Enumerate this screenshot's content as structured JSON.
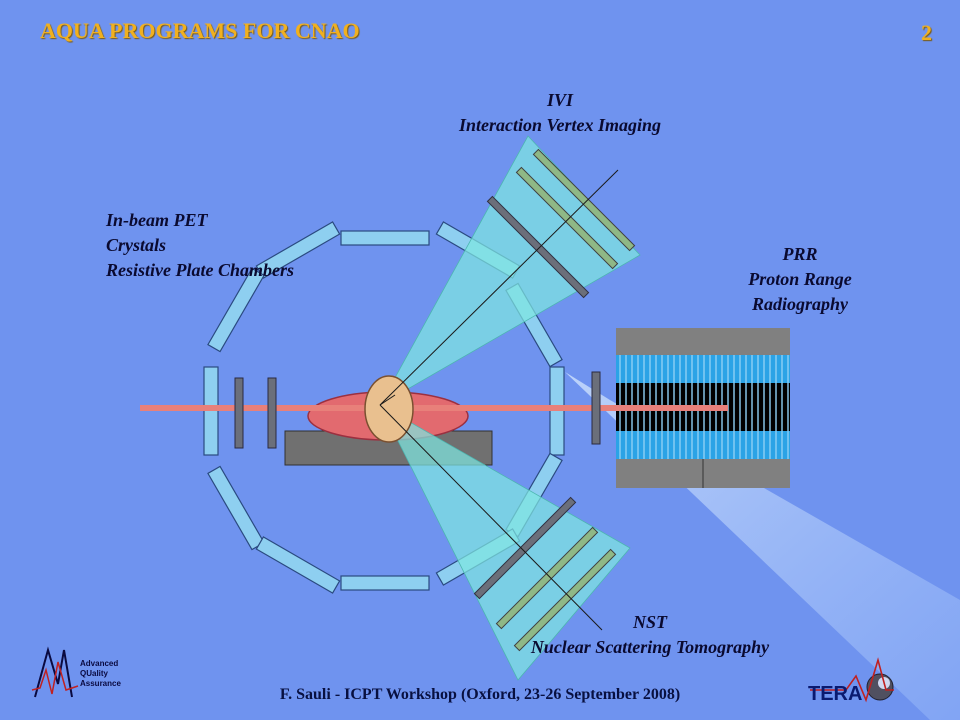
{
  "slide": {
    "title": "AQUA PROGRAMS FOR CNAO",
    "page_number": "2",
    "footer": "F. Sauli - ICPT Workshop (Oxford, 23-26 September 2008)"
  },
  "labels": {
    "ivi": {
      "line1": "IVI",
      "line2": "Interaction Vertex Imaging"
    },
    "pet": {
      "line1": "In-beam PET",
      "line2": "Crystals",
      "line3": "Resistive Plate Chambers"
    },
    "prr": {
      "line1": "PRR",
      "line2": "Proton Range",
      "line3": "Radiography"
    },
    "nst": {
      "line1": "NST",
      "line2": "Nuclear Scattering Tomography"
    }
  },
  "logos": {
    "aqua": {
      "word1": "Advanced",
      "word2": "QUality",
      "word3": "Assurance"
    },
    "tera": {
      "text": "TERA"
    }
  },
  "colors": {
    "background": "#6f93ef",
    "title": "#f0b020",
    "ring_module": "#8ecff0",
    "beam": "#e8807a",
    "cone": "#7ee6e0",
    "plate": "#6b6f7a"
  }
}
